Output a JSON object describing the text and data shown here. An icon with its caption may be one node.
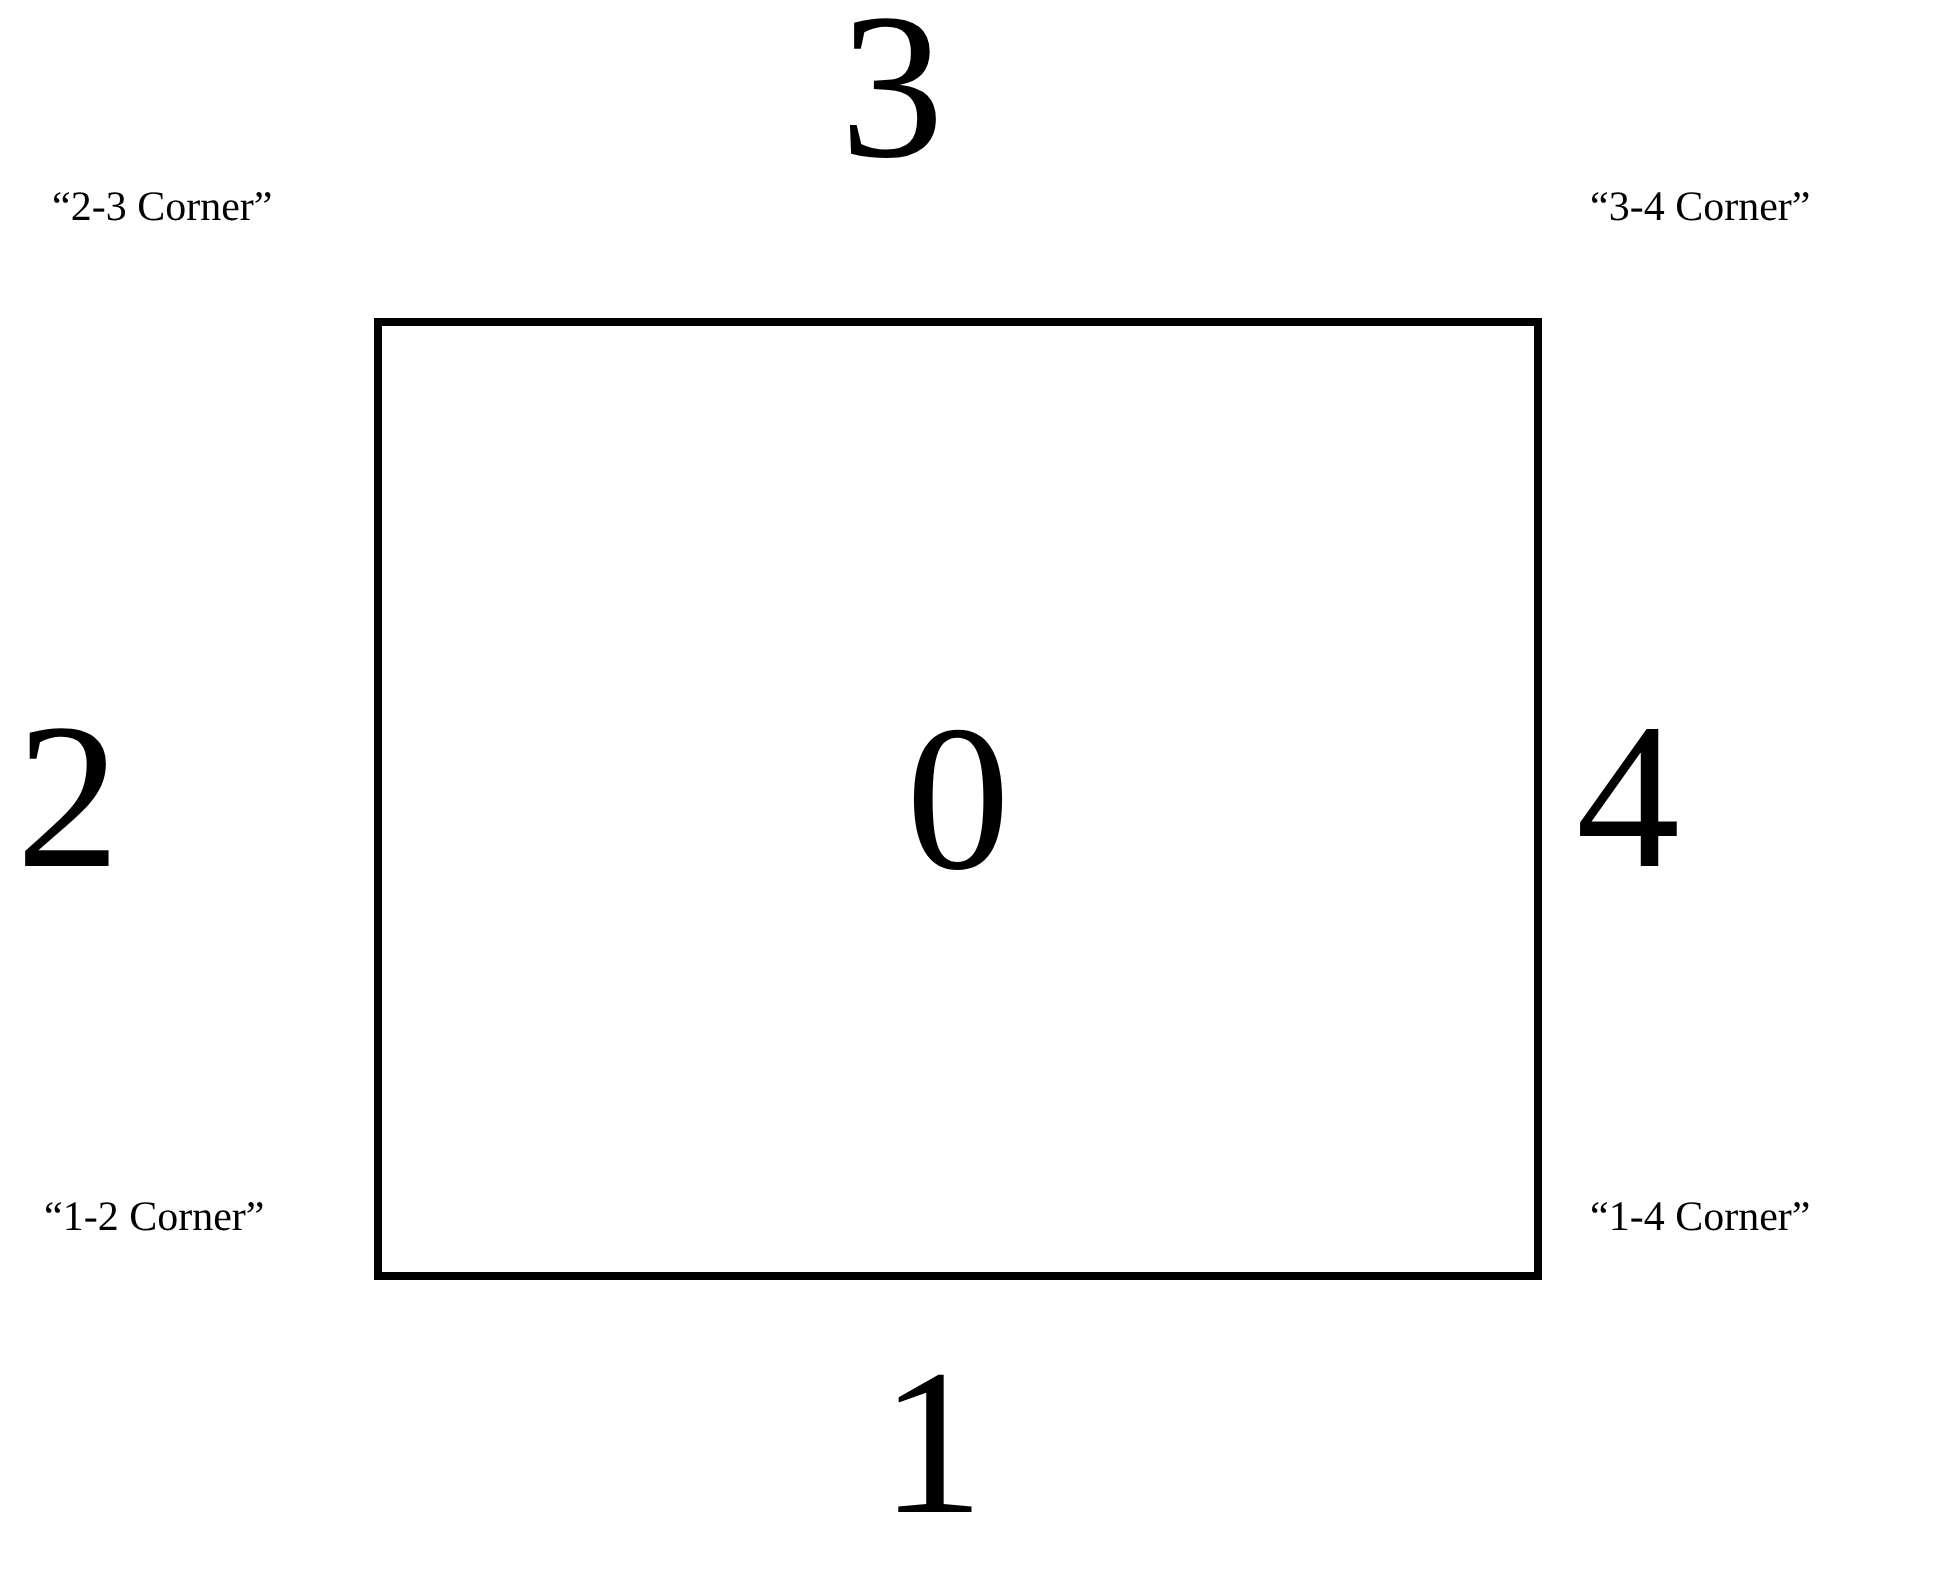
{
  "diagram": {
    "nodes": [
      {
        "text": [
          "0"
        ]
      }
    ],
    "edges": [],
    "labels": [
      "“2-3 Corner”",
      "3",
      "“3-4 Corner”",
      "2",
      "4",
      "“1-2 Corner”",
      "“1-4 Corner”",
      "1"
    ]
  }
}
